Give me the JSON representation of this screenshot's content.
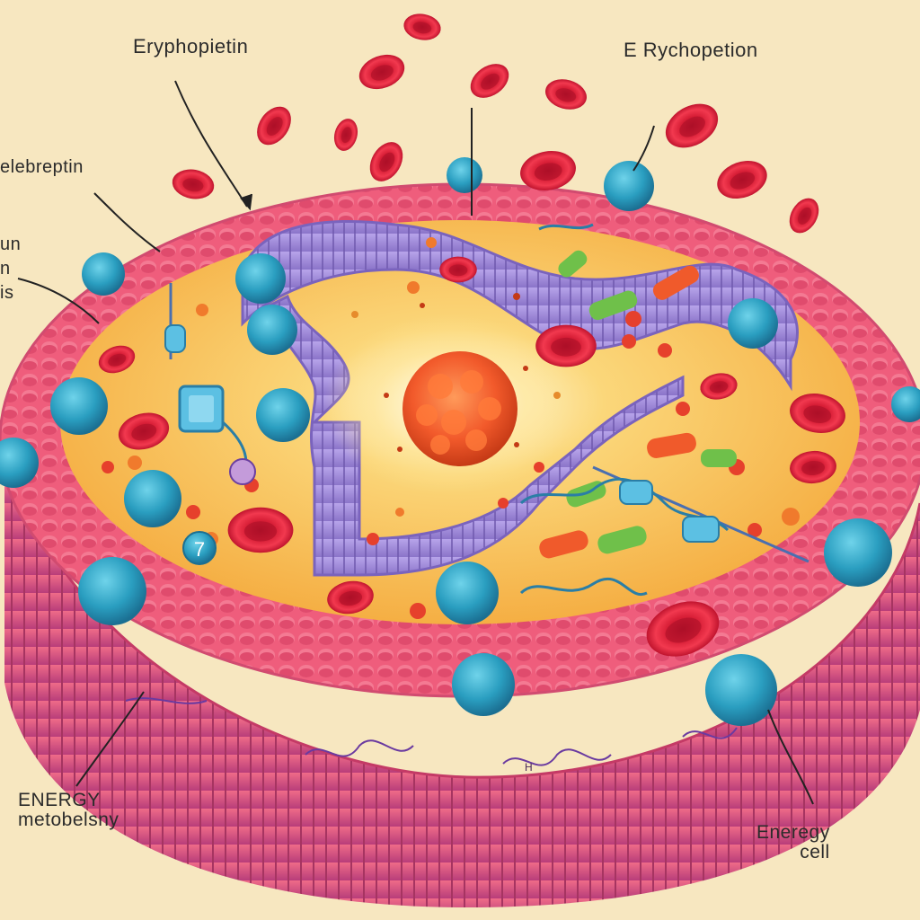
{
  "labels": {
    "erythropoietin_top_left": "Eryphopietin",
    "erythropoietin_top_right": "E Rychopetion",
    "left_label": "elebreptin",
    "left_fragments": [
      "un",
      "n",
      "is"
    ],
    "bottom_left_line1": "ENERGY",
    "bottom_left_line2": "metobelsny",
    "bottom_right_line1": "Eneregy",
    "bottom_right_line2": "cell",
    "tiny_mark": "H",
    "badge_number": "7"
  },
  "colors": {
    "background": "#f7e7c0",
    "membrane_pink": "#ee5a78",
    "membrane_dark": "#c93b63",
    "inner_wall": "#9b86d6",
    "cytoplasm": "#f8c050",
    "nucleus": "#f05a2a",
    "blood_cell": "#e0263c",
    "receptor_blue": "#2ea3c4"
  }
}
